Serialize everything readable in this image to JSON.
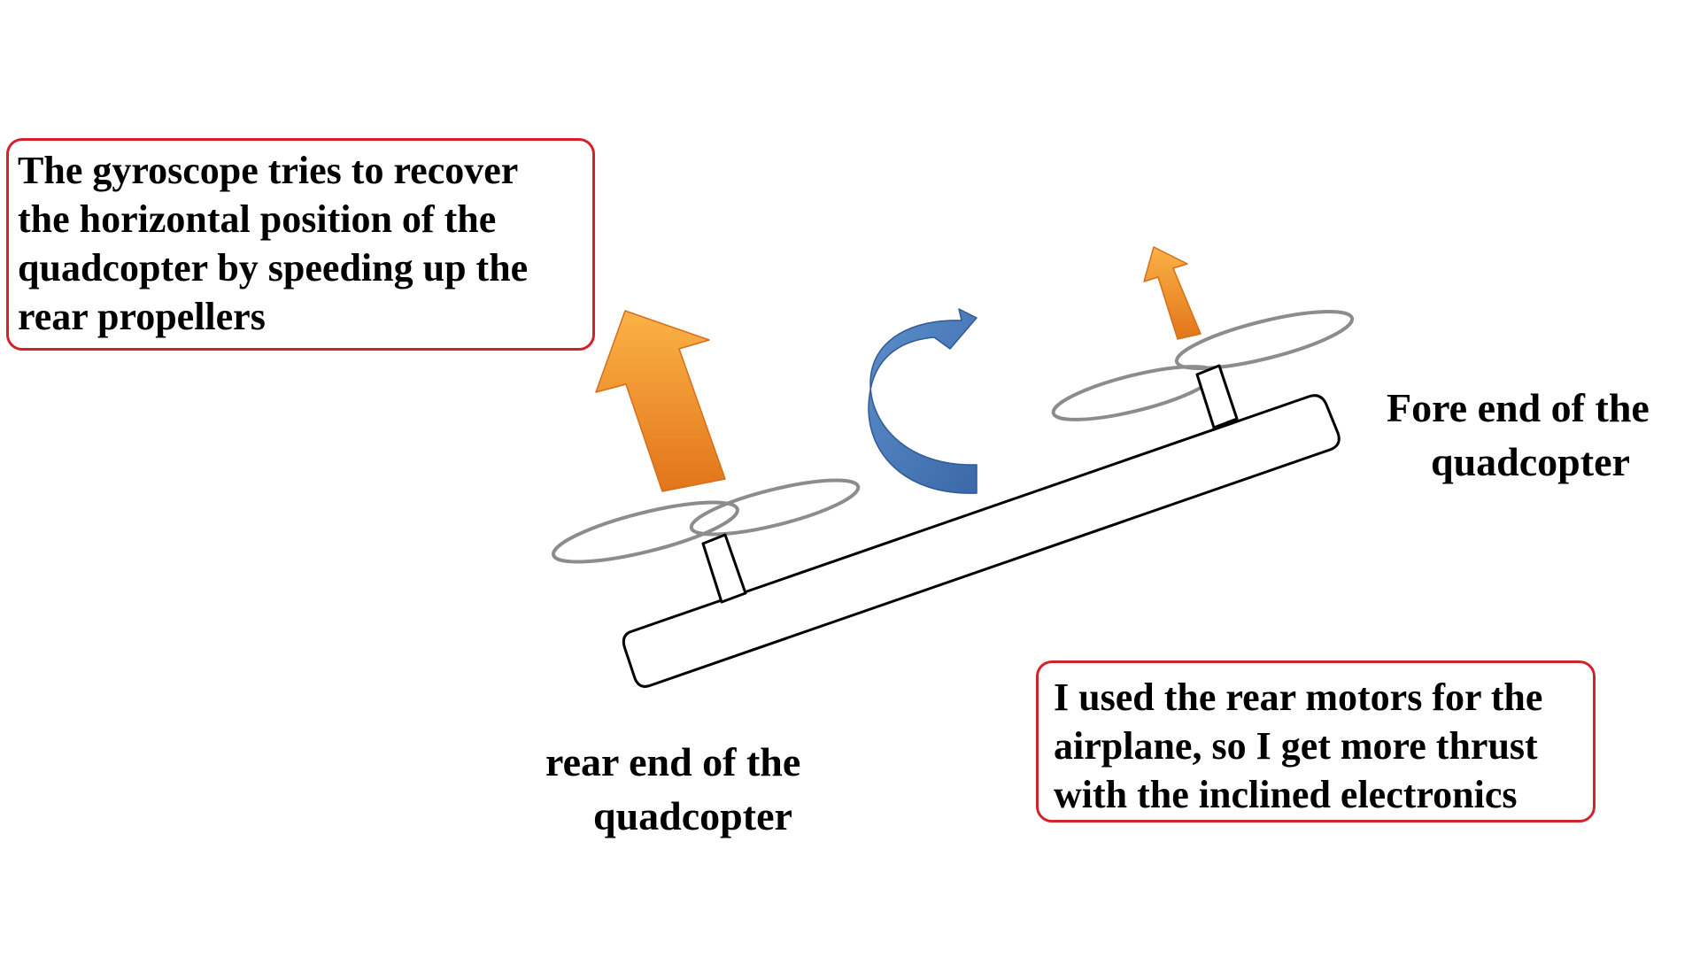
{
  "callouts": {
    "gyroscope": {
      "lines": [
        "The gyroscope tries to recover",
        "the horizontal position of the",
        "quadcopter by speeding up the",
        "rear propellers"
      ]
    },
    "rear_motors": {
      "lines": [
        "I used the rear motors for the",
        "airplane, so I get more thrust",
        "with the inclined electronics"
      ]
    }
  },
  "labels": {
    "fore_end": {
      "lines": [
        "Fore end of the",
        "quadcopter"
      ]
    },
    "rear_end": {
      "lines": [
        "rear end of the",
        "quadcopter"
      ]
    }
  },
  "colors": {
    "callout_border": "#d2232a",
    "thrust_arrow": "#f08a1e",
    "rotation_arrow": "#4a7ab8",
    "propeller": "#8c8c8c",
    "frame": "#000000"
  },
  "icons": {
    "rear_thrust": "large-thrust-arrow-icon",
    "fore_thrust": "small-thrust-arrow-icon",
    "rotation": "curved-rotation-arrow-icon"
  }
}
